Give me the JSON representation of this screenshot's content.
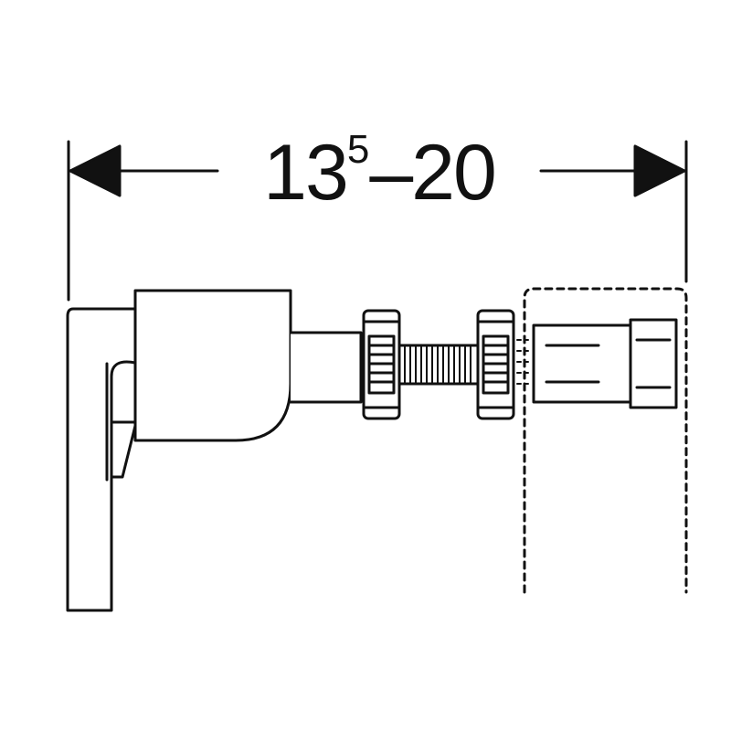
{
  "dimension": {
    "min_base": "13",
    "min_superscript": "5",
    "separator": "–",
    "max": "20"
  },
  "colors": {
    "stroke": "#111111",
    "fill": "#ffffff"
  }
}
